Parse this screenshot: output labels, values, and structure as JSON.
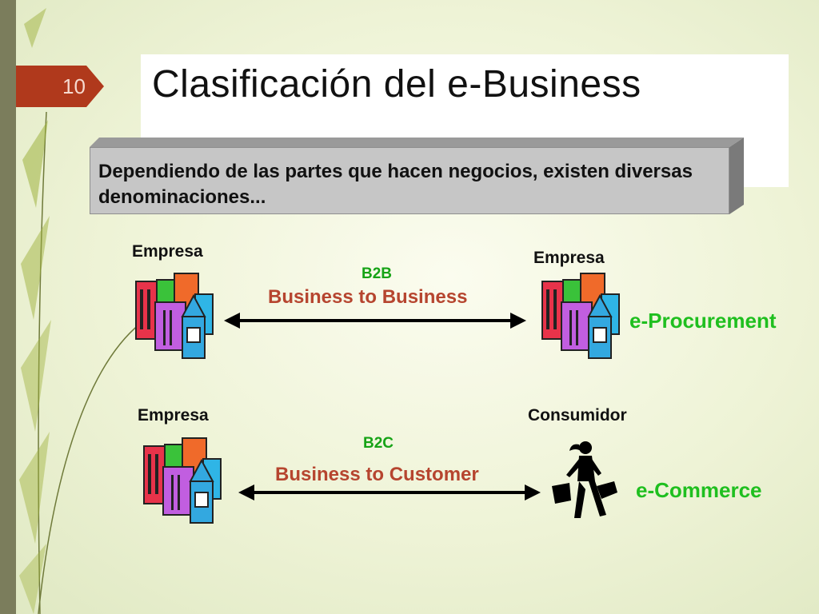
{
  "slide": {
    "number": "10",
    "title": "Clasificación del e-Business",
    "subtitle": "Dependiendo de las partes que hacen negocios, existen diversas denominaciones..."
  },
  "b2b": {
    "left_label": "Empresa",
    "right_label": "Empresa",
    "code": "B2B",
    "name": "Business to Business",
    "tag": "e-Procurement",
    "left_icon": "buildings-icon",
    "right_icon": "buildings-icon"
  },
  "b2c": {
    "left_label": "Empresa",
    "right_label": "Consumidor",
    "code": "B2C",
    "name": "Business to Customer",
    "tag": "e-Commerce",
    "left_icon": "buildings-icon",
    "right_icon": "shopper-icon"
  },
  "colors": {
    "slide_number_bg": "#b0391c",
    "code_green": "#16a316",
    "name_red": "#b6452f",
    "tag_green": "#1fbf1f",
    "left_band": "#7b7d5c"
  }
}
